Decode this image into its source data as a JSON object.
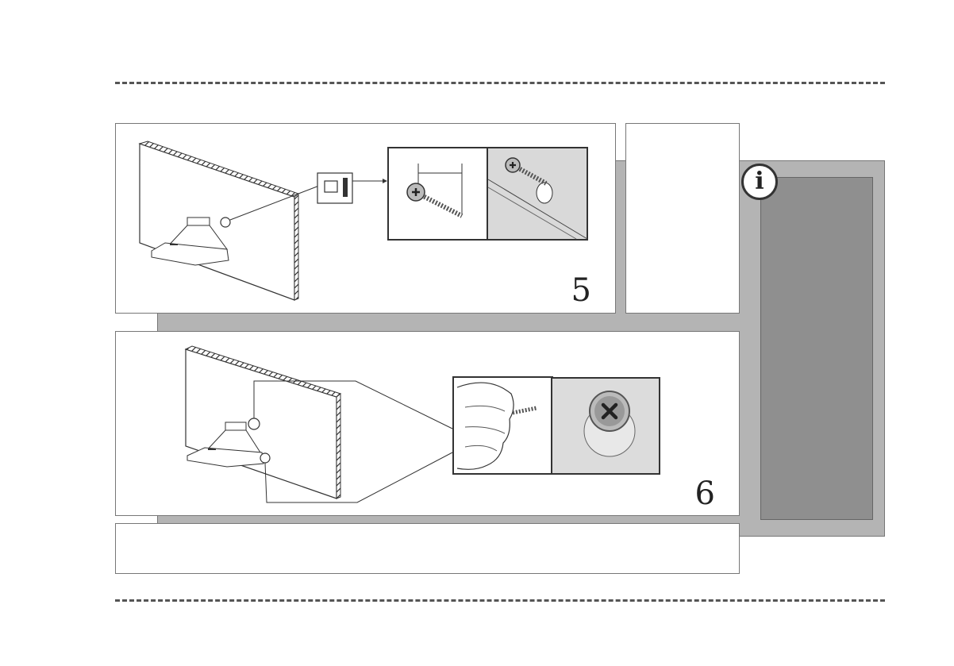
{
  "steps": [
    {
      "number": "5"
    },
    {
      "number": "6"
    }
  ],
  "info": {
    "icon": "info-icon",
    "glyph": "i"
  },
  "colors": {
    "panel_gray": "#b4b4b4",
    "info_box": "#8f8f8f",
    "line": "#333333"
  }
}
